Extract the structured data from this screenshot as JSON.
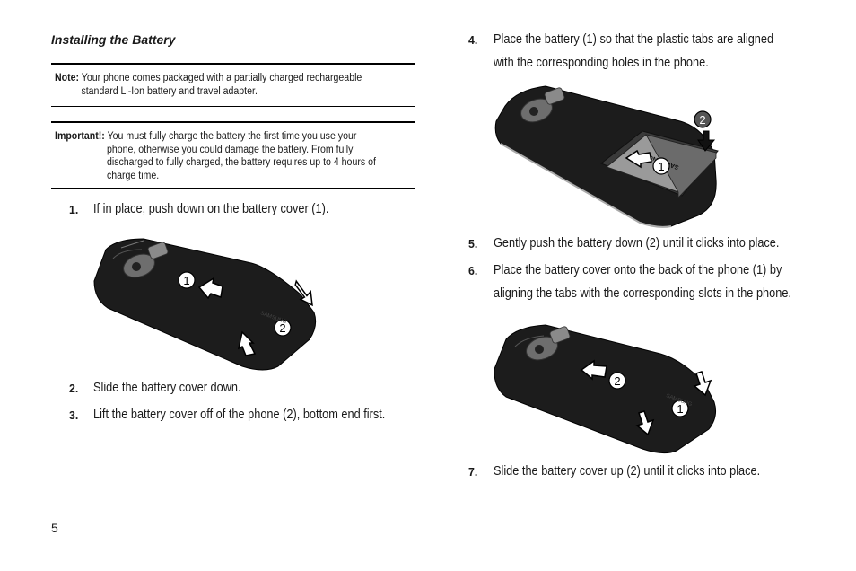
{
  "section_title": "Installing the Battery",
  "note": {
    "label": "Note:",
    "line1": "Your phone comes packaged with a partially charged rechargeable",
    "line2": "standard Li-Ion battery and travel adapter."
  },
  "important": {
    "label": "Important!:",
    "line1": "You must fully charge the battery the first time you use your",
    "line2": "phone, otherwise you could damage the battery. From fully",
    "line3": "discharged to fully charged, the battery requires up to 4 hours of",
    "line4": "charge time."
  },
  "steps": [
    {
      "num": "1.",
      "text": "If in place, push down on the battery cover (1)."
    },
    {
      "num": "2.",
      "text": "Slide the battery cover down."
    },
    {
      "num": "3.",
      "text": "Lift the battery cover off of the phone (2), bottom end first."
    },
    {
      "num": "4.",
      "line1": "Place the battery (1) so that the plastic tabs are aligned",
      "line2": "with the corresponding holes in the phone."
    },
    {
      "num": "5.",
      "text": "Gently push the battery down (2) until it clicks into place."
    },
    {
      "num": "6.",
      "line1": "Place the battery cover onto the back of the phone (1) by",
      "line2": "aligning the tabs with the corresponding slots in the phone."
    },
    {
      "num": "7.",
      "text": "Slide the battery cover up (2) until it clicks into place."
    }
  ],
  "figures": {
    "fig1": {
      "callout1": "1",
      "callout2": "2",
      "brand": "SAMSUNG"
    },
    "fig2": {
      "callout1": "1",
      "callout2": "2",
      "brand": "SAMSUNG"
    },
    "fig3": {
      "callout1": "1",
      "callout2": "2",
      "brand": "SAMSUNG"
    }
  },
  "page_number": "5"
}
